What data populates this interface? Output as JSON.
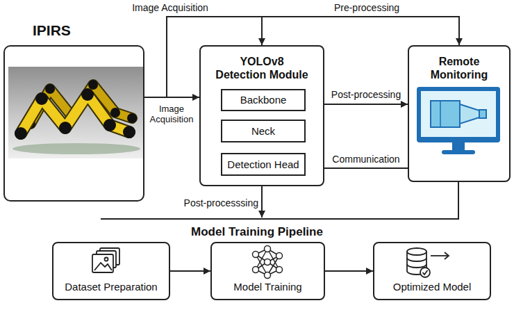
{
  "diagram": {
    "nodes": [
      {
        "text": [
          "IPIRS"
        ]
      },
      {
        "text": [
          "YOLOv8 Detection Module"
        ]
      },
      {
        "text": [
          "Backbone"
        ],
        "in": 1
      },
      {
        "text": [
          "Neck"
        ],
        "in": 1
      },
      {
        "text": [
          "Detection Head"
        ],
        "in": 1
      },
      {
        "text": [
          "Remote Monitoring"
        ]
      },
      {
        "text": [
          "Dataset Preparation"
        ]
      },
      {
        "text": [
          "Model Training"
        ]
      },
      {
        "text": [
          "Optimized Model"
        ]
      }
    ],
    "edges": [
      {
        "from": 0,
        "to": 1,
        "label": "Image Acquisition",
        "arrow": "to"
      },
      {
        "from": 0,
        "to": 1,
        "label": "Image Acquisition",
        "arrow": "to"
      },
      {
        "from": 0,
        "to": 5,
        "label": "Pre-processing",
        "arrow": "to"
      },
      {
        "from": 1,
        "to": 5,
        "label": "Post-processing",
        "arrow": "to"
      },
      {
        "from": 1,
        "to": 5,
        "label": "Communication",
        "arrow": "none"
      },
      {
        "from": 6,
        "to": 7,
        "arrow": "to"
      },
      {
        "from": 7,
        "to": 8,
        "arrow": "to"
      }
    ],
    "labels": [
      "Post-processsing",
      "Model Training Pipeline"
    ]
  }
}
